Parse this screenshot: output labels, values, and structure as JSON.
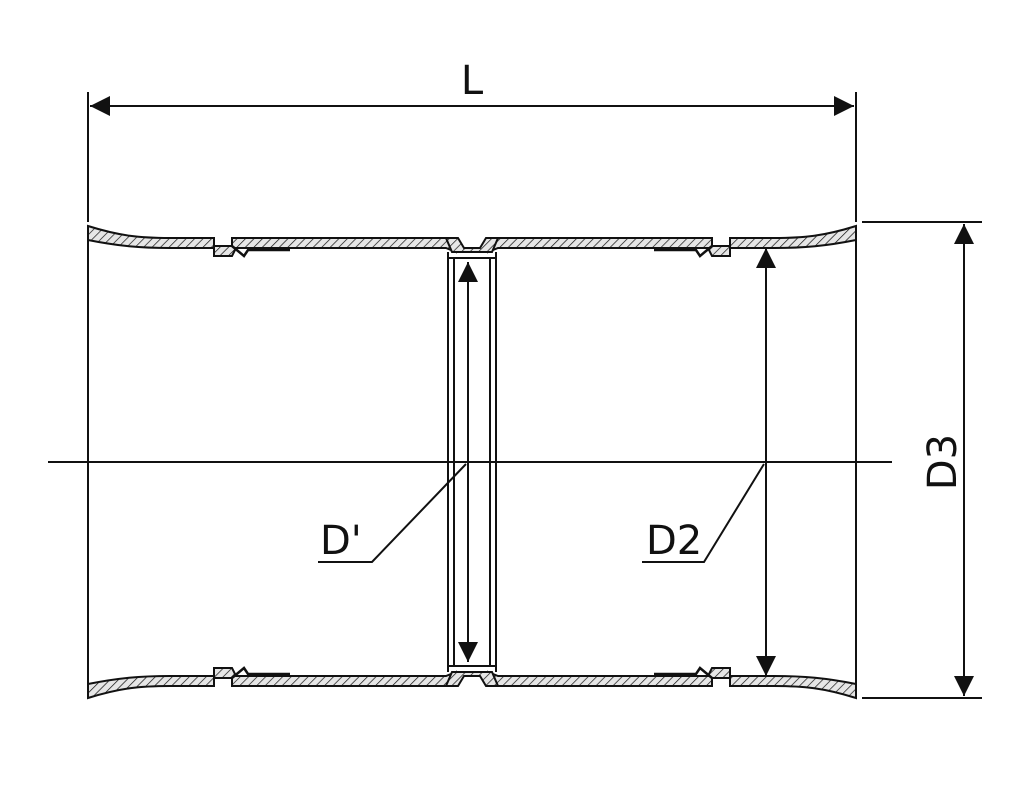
{
  "labels": {
    "length": "L",
    "inner_diameter": "D'",
    "socket_diameter": "D2",
    "outer_diameter": "D3"
  },
  "colors": {
    "line": "#111111",
    "background": "#ffffff",
    "hatch_fill": "#e6e6e6"
  }
}
